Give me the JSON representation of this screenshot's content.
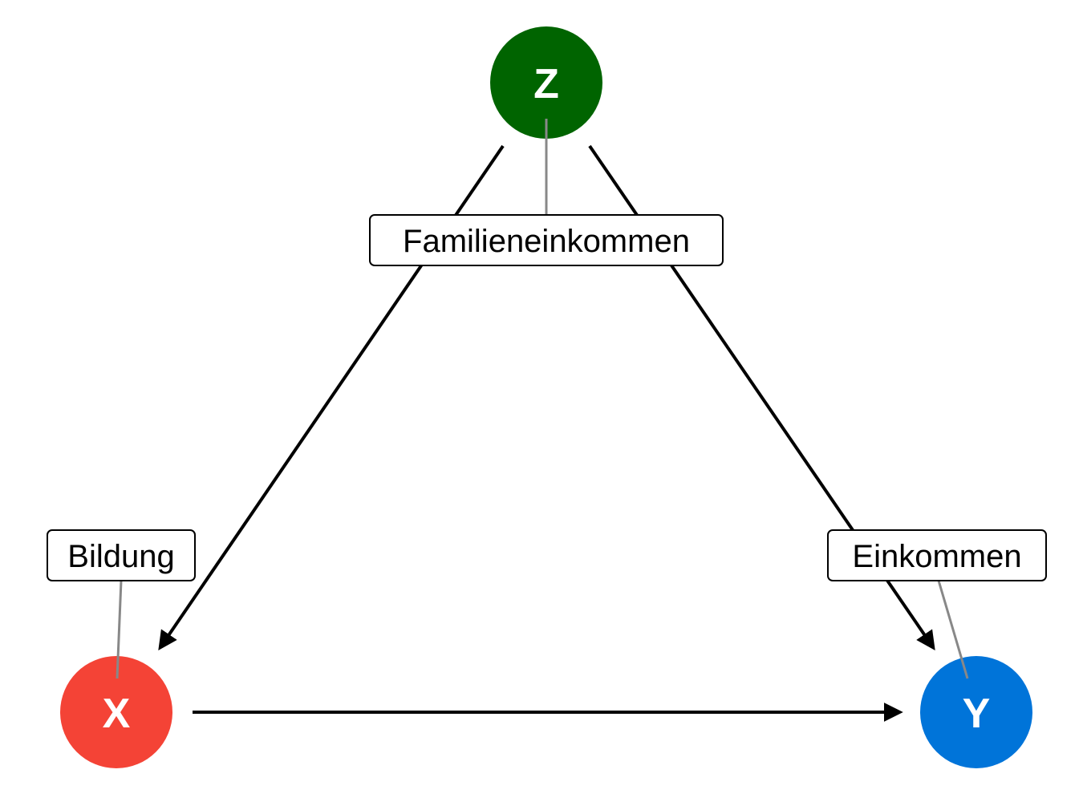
{
  "nodes": {
    "z": {
      "letter": "Z",
      "label": "Familieneinkommen",
      "color": "#006400"
    },
    "x": {
      "letter": "X",
      "label": "Bildung",
      "color": "#f44336"
    },
    "y": {
      "letter": "Y",
      "label": "Einkommen",
      "color": "#0074d9"
    }
  },
  "edges": [
    {
      "from": "Z",
      "to": "X"
    },
    {
      "from": "Z",
      "to": "Y"
    },
    {
      "from": "X",
      "to": "Y"
    }
  ],
  "colors": {
    "edge": "#000000",
    "leader": "#888888"
  }
}
